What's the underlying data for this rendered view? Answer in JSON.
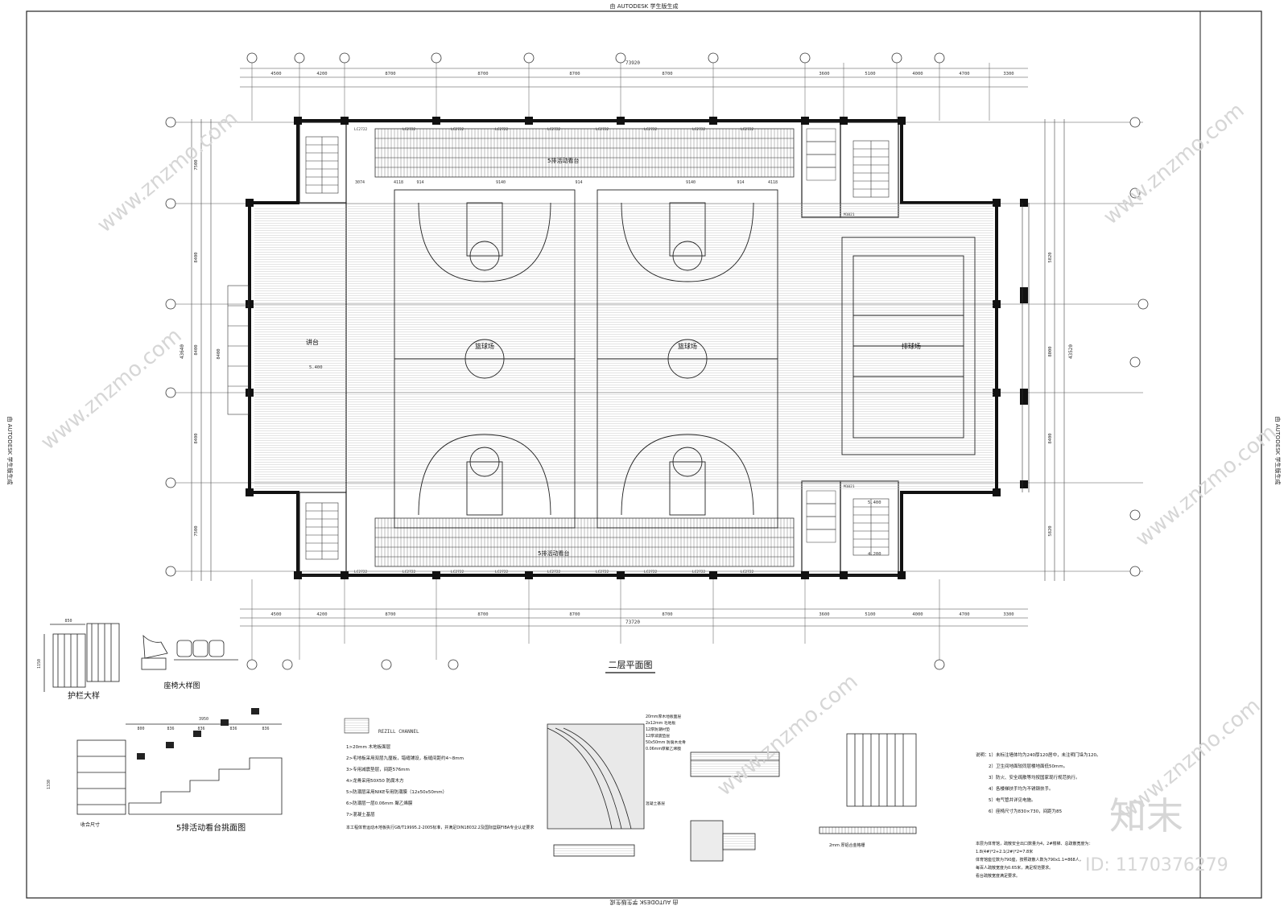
{
  "header": {
    "autodesk_top": "由 AUTODESK 学生版生成",
    "autodesk_bottom": "由 AUTODESK 学生版生成",
    "autodesk_left": "由 AUTODESK 学生版生成",
    "autodesk_right": "由 AUTODESK 学生版生成"
  },
  "plan": {
    "title": "二层平面图",
    "overall_dim": "73920",
    "overall_dim_bottom": "73720",
    "height_left": "43640",
    "height_right": "43520",
    "top_dims": [
      "4500",
      "4200",
      "8700",
      "8700",
      "8700",
      "8700",
      "3600",
      "5100",
      "4000",
      "4700",
      "3300"
    ],
    "bottom_dims": [
      "4500",
      "4200",
      "8700",
      "8700",
      "8700",
      "8700",
      "3600",
      "5100",
      "4000",
      "4700",
      "3300"
    ],
    "left_dims": [
      "7500",
      "8400",
      "8400",
      "8400",
      "8400",
      "7500"
    ],
    "right_dims": [
      "5820",
      "8000",
      "8400",
      "5820"
    ],
    "seat_dims": [
      "3074",
      "4118",
      "914",
      "9140",
      "914",
      "9140",
      "914",
      "4118"
    ],
    "rooms": {
      "stage": "讲台",
      "court1": "篮球场",
      "court2": "篮球场",
      "volleyball": "排球场"
    },
    "elev_1": "5.400",
    "elev_2": "4.200",
    "note_bleachers": "5排活动看台",
    "window_tag": "LC2722",
    "door_tag": "M1021"
  },
  "details": {
    "railing_title": "护栏大样",
    "railing_dim_w": "850",
    "railing_dim_h": "1150",
    "chair_title": "座椅大样图",
    "section_title": "5排活动看台挑面图",
    "section_total": "3950",
    "section_dims": [
      "800",
      "836",
      "836",
      "836",
      "836"
    ],
    "section_height": "1330",
    "section_sub": "收合尺寸",
    "rezill": "REZILL CHANNEL",
    "spec_lines": [
      "1>20mm 木地板面层",
      "2>毛地板采用双层九厘板，错缝铺设，板缝间距约4~8mm",
      "3>专用减震垫层，间距576mm",
      "4>龙骨采用50X50 防腐木方",
      "5>防潮层采用NIKE专用防潮膜（12x50x50mm）",
      "6>防潮层一层0.06mm 聚乙烯膜",
      "7>混凝土基层"
    ],
    "spec_standard": "本工程体育运动木地板执行GB/T19995.2-2005标准，并满足DIN18032.2及国际篮联FIBA专业认证要求",
    "notes_head": "说明：",
    "notes": [
      "1）未标注墙体均为240厚120居中，未注明门垛为120。",
      "2）卫生间地面较同层楼地面低50mm。",
      "3）防火、安全疏散等均按国家现行规范执行。",
      "4）各楼梯扶手均为不锈钢扶手。",
      "5）电气管井详见电施。",
      "6）座椅尺寸为830×730，间距为85"
    ],
    "floor_notes": [
      "本层为体育馆，疏散安全出口数量为4，2#楼梯、总疏散宽度为：",
      "1.8(4#)*2+2.1(2#)*2=7.8米",
      "体育馆座位数为790座，按照疏散人数为790x1.1=868人，",
      "每百人疏散宽度为0.65米，满足规范要求。",
      "看台疏散宽度满足要求。"
    ],
    "layer_labels": [
      "20mm厚木地板面层",
      "2x12mm 毛地板",
      "12厚防潮衬垫",
      "12厚减震垫层",
      "50x50mm 防腐木龙骨",
      "0.06mm厚聚乙烯膜",
      "混凝土基层"
    ],
    "grille": "2mm 厚铝合金格栅"
  },
  "footer": {
    "brand": "知末",
    "id_text": "ID: 1170376279"
  },
  "watermark": "www.znzmo.com"
}
